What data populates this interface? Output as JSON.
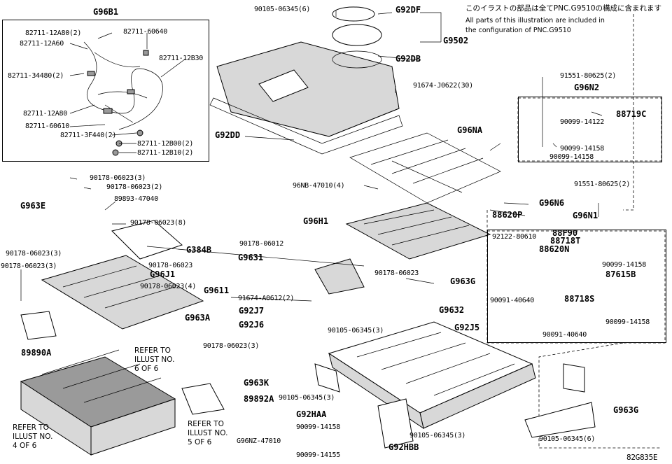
{
  "note": {
    "jp": "このイラストの部品は全てPNC.G9510の構成に含まれます",
    "en1": "All parts of this illustration are included in",
    "en2": "the configuration of PNC.G9510"
  },
  "refs": {
    "r6": [
      "REFER TO",
      "ILLUST NO.",
      "6 OF 6"
    ],
    "r4": [
      "REFER TO",
      "ILLUST NO.",
      "4 OF 6"
    ],
    "r5": [
      "REFER TO",
      "ILLUST NO.",
      "5 OF 6"
    ]
  },
  "diagram_id": "82G835E",
  "callouts": {
    "g96b1": "G96B1",
    "p1": "82711-12A80(2)",
    "p2": "82711-60640",
    "p3": "82711-12A60",
    "p4": "82711-12B30",
    "p5": "82711-34480(2)",
    "p6": "82711-12A80",
    "p7": "82711-60610",
    "p8": "82711-3F440(2)",
    "p9": "82711-12B00(2)",
    "p10": "82711-12B10(2)",
    "p11": "90105-06345(6)",
    "g92df": "G92DF",
    "g9502": "G9502",
    "g92db": "G92DB",
    "g92dd": "G92DD",
    "p12": "91674-J0622(30)",
    "p13": "91551-80625(2)",
    "g96n2": "G96N2",
    "p14": "88719C",
    "p15": "90099-14122",
    "p16": "90099-14158",
    "p17": "90099-14158",
    "g96na": "G96NA",
    "p18": "96NB-47010(4)",
    "p19": "91551-80625(2)",
    "g96n6": "G96N6",
    "p20": "88620P",
    "g96h1": "G96H1",
    "g96n1": "G96N1",
    "p21": "92122-80610",
    "p22": "88F90",
    "p23": "88718T",
    "p24": "88620N",
    "p25": "90099-14158",
    "p26": "87615B",
    "p27": "90091-40640",
    "p28": "88718S",
    "p29": "90099-14158",
    "p30": "90091-40640",
    "p31": "90178-06023(3)",
    "p32": "90178-06023(2)",
    "p33": "89893-47040",
    "g963e": "G963E",
    "p34": "90178-06023(8)",
    "g384b": "G384B",
    "p35": "90178-06023(3)",
    "p36": "90178-06023(3)",
    "p37": "90178-06023",
    "g96j1": "G96J1",
    "p38": "90178-06023(4)",
    "g963a": "G963A",
    "p39": "89890A",
    "p40": "90178-06012",
    "g9631": "G9631",
    "p41": "90178-06023",
    "g9611": "G9611",
    "p42": "91674-A0612(2)",
    "g963g1": "G963G",
    "g92j7": "G92J7",
    "g9632": "G9632",
    "g92j6": "G92J6",
    "p43": "90105-06345(3)",
    "g92j5": "G92J5",
    "p44": "90178-06023(3)",
    "g963k": "G963K",
    "p45": "89892A",
    "p46": "90105-06345(3)",
    "g92haa": "G92HAA",
    "p47": "90099-14158",
    "g96nz": "G96NZ-47010",
    "p48": "90099-14155",
    "g92hbb": "G92HBB",
    "p49": "90105-06345(3)",
    "p50": "90105-06345(6)",
    "g963g2": "G963G"
  }
}
